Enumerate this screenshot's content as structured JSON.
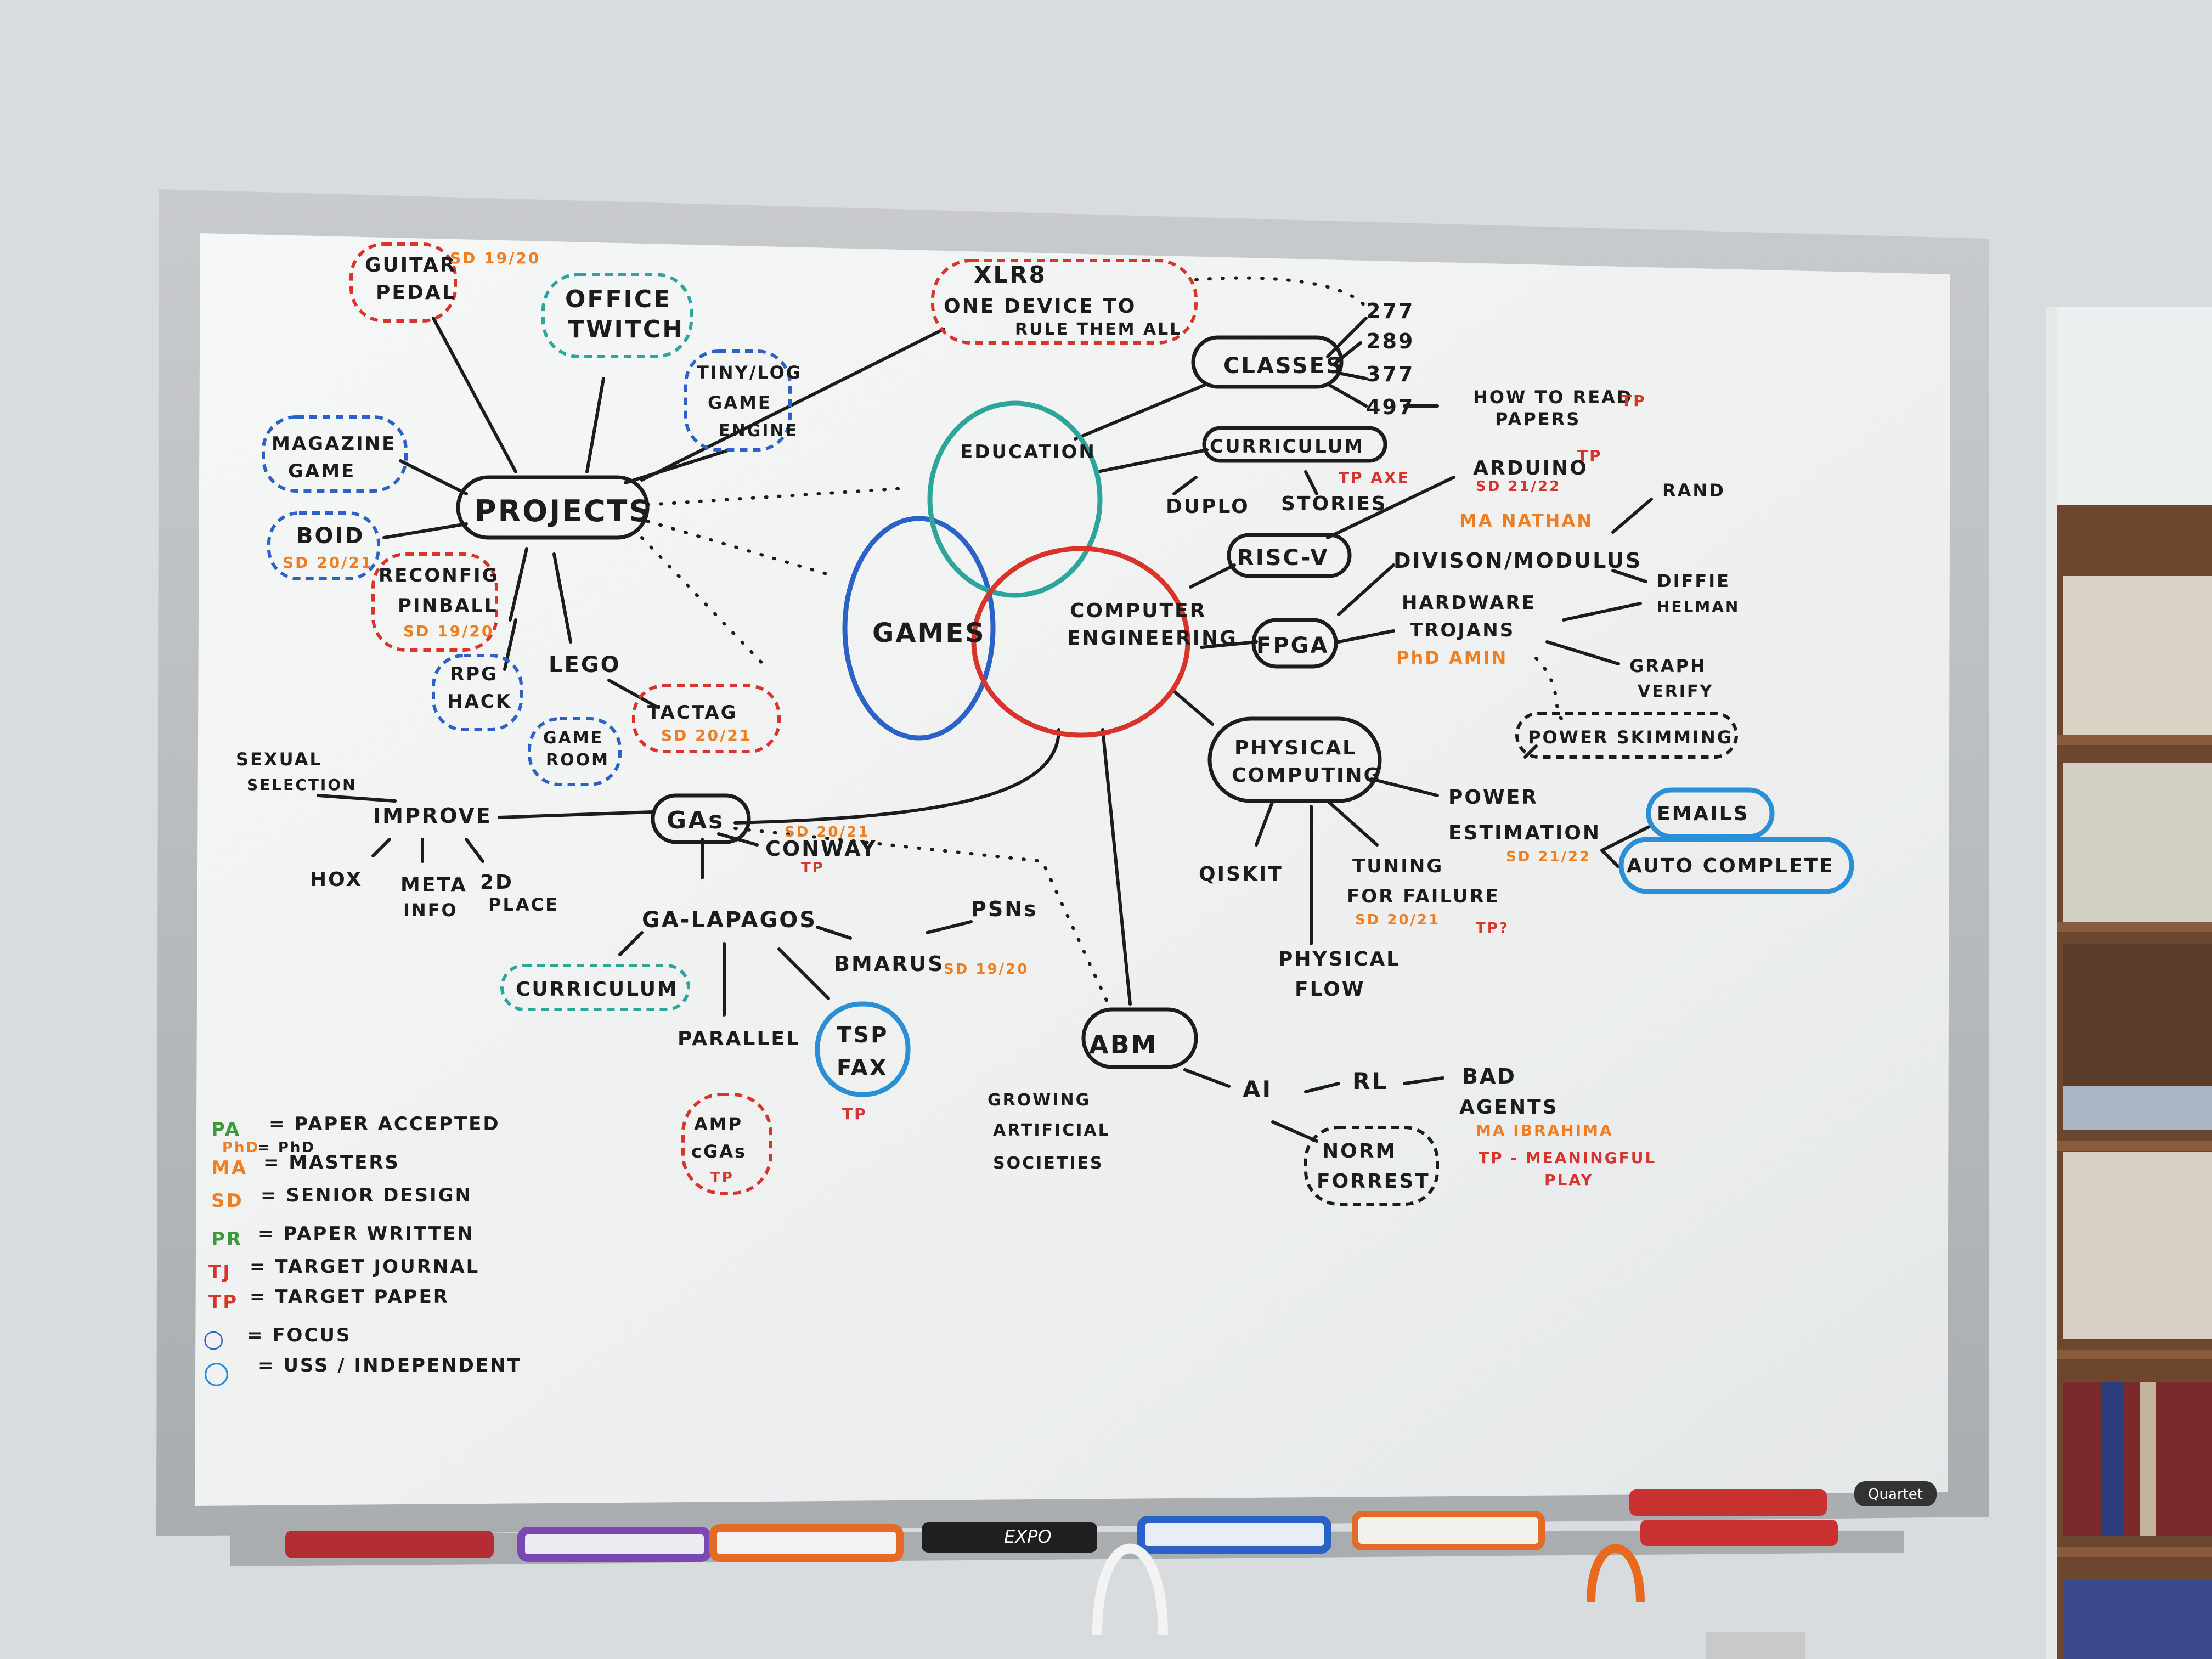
{
  "colors": {
    "ink": "#1c1c1c",
    "orange": "#f07d1f",
    "red": "#d9342b",
    "blue": "#2a62c8",
    "lightblue": "#2a8fd6",
    "teal": "#2ea59a",
    "green": "#3c9a3c",
    "board": "#f4f5f5",
    "frame": "#b9bdc0"
  },
  "center": {
    "games": "GAMES",
    "education": "EDUCATION",
    "computer_engineering_1": "COMPUTER",
    "computer_engineering_2": "ENGINEERING"
  },
  "projects": {
    "hub": "PROJECTS",
    "guitar_pedal_1": "GUITAR",
    "guitar_pedal_2": "PEDAL",
    "guitar_pedal_tag": "SD 19/20",
    "office_twitch_1": "OFFICE",
    "office_twitch_2": "TWITCH",
    "xlr8_1": "XLR8",
    "xlr8_2": "ONE DEVICE TO",
    "xlr8_3": "RULE THEM ALL",
    "tiny_1": "TINY/LOG",
    "tiny_2": "GAME",
    "tiny_3": "ENGINE",
    "magazine_1": "MAGAZINE",
    "magazine_2": "GAME",
    "boid": "BOID",
    "boid_tag": "SD 20/21",
    "pinball_1": "RECONFIG",
    "pinball_2": "PINBALL",
    "pinball_tag": "SD 19/20",
    "rpg_1": "RPG",
    "rpg_2": "HACK",
    "lego": "LEGO",
    "gameroom_1": "GAME",
    "gameroom_2": "ROOM",
    "tactag": "TACTAG",
    "tactag_tag": "SD 20/21"
  },
  "education": {
    "classes": "CLASSES",
    "c277": "277",
    "c289": "289",
    "c377": "377",
    "c497": "497",
    "howto_1": "HOW TO READ",
    "howto_2": "PAPERS",
    "howto_tag": "TP",
    "curriculum": "CURRICULUM",
    "duplo": "DUPLO",
    "stories": "STORIES",
    "stories_tag": "TP AXE"
  },
  "ce": {
    "riscv": "RISC-V",
    "arduino": "ARDUINO",
    "arduino_tag": "TP",
    "arduino_sd": "SD 21/22",
    "ma_nathan": "MA NATHAN",
    "division": "DIVISON/MODULUS",
    "rand": "RAND",
    "diffie_1": "DIFFIE",
    "diffie_2": "HELMAN",
    "fpga": "FPGA",
    "hw_1": "HARDWARE",
    "hw_2": "TROJANS",
    "phd_amin": "PhD AMIN",
    "graph_1": "GRAPH",
    "graph_2": "VERIFY",
    "power_skim": "POWER SKIMMING",
    "phys_1": "PHYSICAL",
    "phys_2": "COMPUTING",
    "power_est_1": "POWER",
    "power_est_2": "ESTIMATION",
    "power_est_tag": "SD 21/22",
    "emails": "EMAILS",
    "autocomplete": "AUTO COMPLETE",
    "qiskit": "QISKIT",
    "tuning_1": "TUNING",
    "tuning_2": "FOR FAILURE",
    "tuning_tag": "SD 20/21",
    "tuning_tp": "TP?",
    "physflow_1": "PHYSICAL",
    "physflow_2": "FLOW"
  },
  "gas": {
    "hub": "GAs",
    "improve": "IMPROVE",
    "sexual_1": "SEXUAL",
    "sexual_2": "SELECTION",
    "hox": "HOX",
    "meta_1": "META",
    "meta_2": "INFO",
    "place_1": "2D",
    "place_2": "PLACE",
    "conway": "CONWAY",
    "conway_sd": "SD 20/21",
    "conway_tp": "TP",
    "galapagos": "GA-LAPAGOS",
    "psns": "PSNs",
    "bmarus": "BMARUS",
    "bmarus_tag": "SD 19/20",
    "curriculum": "CURRICULUM",
    "parallel": "PARALLEL",
    "amp_1": "AMP",
    "amp_2": "cGAs",
    "amp_tag": "TP",
    "tsp_1": "TSP",
    "tsp_2": "FAX",
    "tsp_tag": "TP"
  },
  "abm": {
    "hub": "ABM",
    "growing_1": "GROWING",
    "growing_2": "ARTIFICIAL",
    "growing_3": "SOCIETIES",
    "ai": "AI",
    "rl": "RL",
    "bad_1": "BAD",
    "bad_2": "AGENTS",
    "ma_ibrahima": "MA IBRAHIMA",
    "tp_meaningful_1": "TP - MEANINGFUL",
    "tp_meaningful_2": "PLAY",
    "norm_1": "NORM",
    "norm_2": "FORREST"
  },
  "legend": [
    {
      "code": "PA",
      "text": "= PAPER ACCEPTED",
      "color": "#3c9a3c"
    },
    {
      "code": "PhD",
      "text": "= PhD",
      "color": "#f07d1f"
    },
    {
      "code": "MA",
      "text": "= MASTERS",
      "color": "#f07d1f"
    },
    {
      "code": "SD",
      "text": "= SENIOR DESIGN",
      "color": "#f07d1f"
    },
    {
      "code": "PR",
      "text": "= PAPER WRITTEN",
      "color": "#3c9a3c"
    },
    {
      "code": "TJ",
      "text": "= TARGET JOURNAL",
      "color": "#d9342b"
    },
    {
      "code": "TP",
      "text": "= TARGET PAPER",
      "color": "#d9342b"
    },
    {
      "code": "○",
      "text": "= FOCUS",
      "color": "#2a62c8"
    },
    {
      "code": "○",
      "text": "= USS / INDEPENDENT",
      "color": "#2a8fd6"
    }
  ],
  "tray": {
    "brand": "Quartet",
    "marker_brand": "EXPO"
  }
}
